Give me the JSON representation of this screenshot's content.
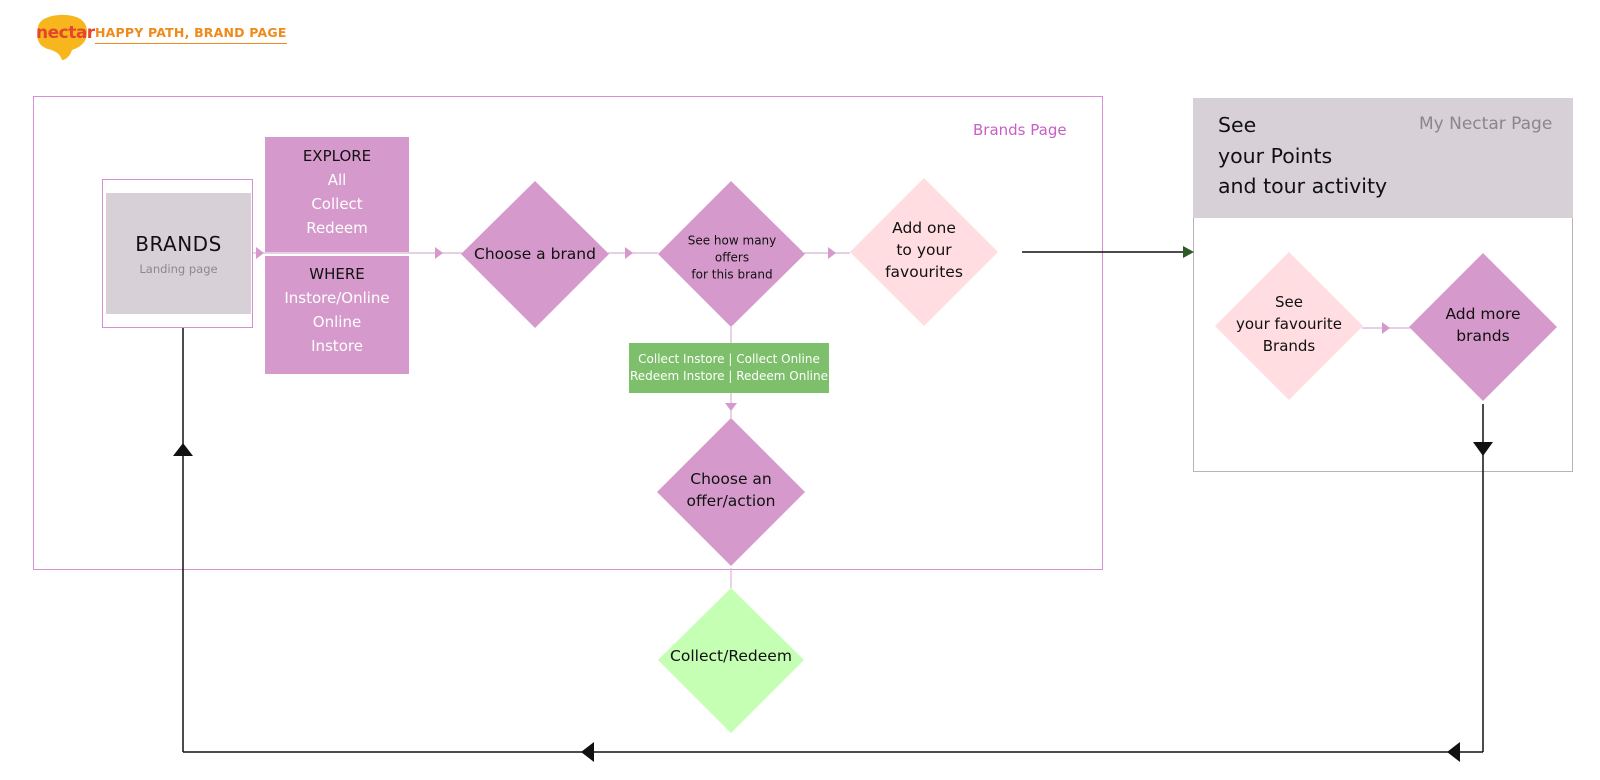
{
  "header": {
    "logo_text": "nectar",
    "title": "HAPPY PATH, BRAND PAGE"
  },
  "brands_page": {
    "label": "Brands Page",
    "landing": {
      "title": "BRANDS",
      "subtitle": "Landing page"
    },
    "explore": {
      "heading": "EXPLORE",
      "items": [
        "All",
        "Collect",
        "Redeem"
      ]
    },
    "where": {
      "heading": "WHERE",
      "items": [
        "Instore/Online",
        "Online",
        "Instore"
      ]
    },
    "choose_brand": {
      "label": "Choose a brand"
    },
    "offers": {
      "lines": [
        "See how many",
        "offers",
        "for this brand"
      ]
    },
    "favourite": {
      "lines": [
        "Add one",
        "to your",
        "favourites"
      ]
    },
    "collect_options": {
      "lines": [
        "Collect Instore | Collect Online",
        "Redeem Instore | Redeem Online"
      ]
    },
    "choose_offer": {
      "lines": [
        "Choose an",
        "offer/action"
      ]
    }
  },
  "collect_redeem": {
    "label": "Collect/Redeem"
  },
  "my_nectar": {
    "label": "My Nectar Page",
    "heading_lines": [
      "See",
      "your Points",
      "and tour activity"
    ],
    "see_favourites": {
      "lines": [
        "See",
        "your favourite",
        "Brands"
      ]
    },
    "add_more": {
      "lines": [
        "Add more",
        "brands"
      ]
    }
  },
  "colors": {
    "purple": "#d699cc",
    "pink": "#ffdde0",
    "green_box": "#7dbf6b",
    "light_green": "#c5ffb3",
    "grey_header": "#d8d0d7",
    "accent_orange": "#f08a1a"
  }
}
